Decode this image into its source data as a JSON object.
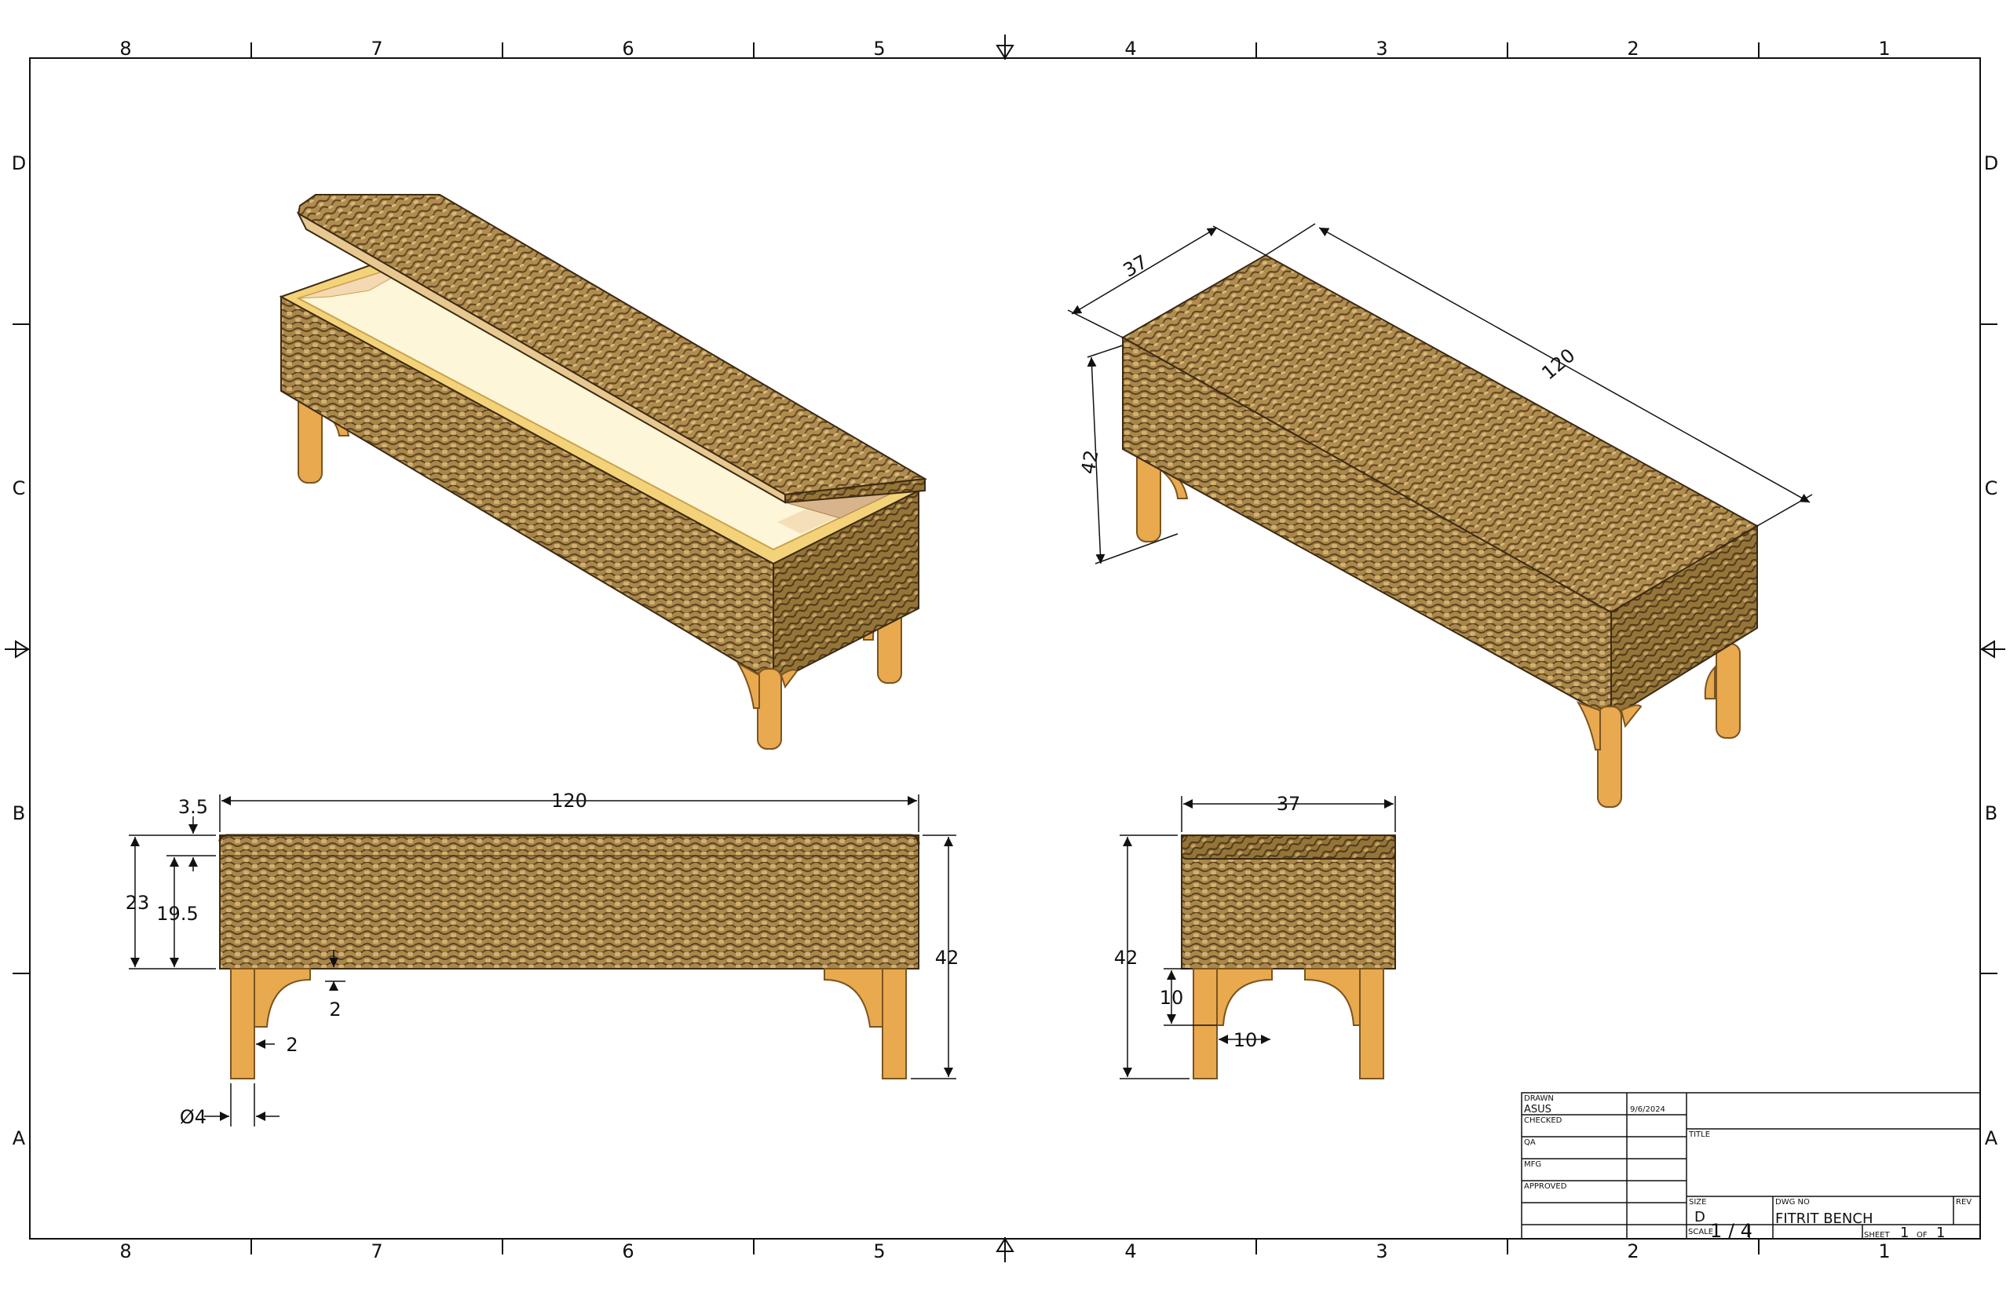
{
  "zones": {
    "columns": [
      "8",
      "7",
      "6",
      "5",
      "4",
      "3",
      "2",
      "1"
    ],
    "rows": [
      "D",
      "C",
      "B",
      "A"
    ]
  },
  "dimensions": {
    "iso_depth": "37",
    "iso_length": "120",
    "iso_height": "42",
    "front_length": "120",
    "front_lid": "3.5",
    "front_box": "23",
    "front_inner": "19.5",
    "front_total": "42",
    "front_gap": "2",
    "front_leg_offset": "2",
    "front_leg_dia": "Ø4",
    "side_width": "37",
    "side_total": "42",
    "side_arch_h": "10",
    "side_arch_w": "10"
  },
  "title_block": {
    "drawn_label": "DRAWN",
    "drawn_by": "ASUS",
    "drawn_date": "9/6/2024",
    "checked_label": "CHECKED",
    "qa_label": "QA",
    "mfg_label": "MFG",
    "approved_label": "APPROVED",
    "title_label": "TITLE",
    "size_label": "SIZE",
    "size_value": "D",
    "dwg_no_label": "DWG NO",
    "dwg_no_value": "FITRIT BENCH",
    "rev_label": "REV",
    "scale_label": "SCALE",
    "scale_value": "1 / 4",
    "sheet_label": "SHEET",
    "sheet_value": "1",
    "of_label": "OF",
    "of_value": "1"
  },
  "colors": {
    "wicker": "#9c7a3c",
    "wicker_dark": "#5a4220",
    "wicker_light": "#c8a564",
    "wood": "#e8a94f",
    "wood_dark": "#b97a2a",
    "interior": "#fdf6d8",
    "interior_edge": "#f3d27a"
  }
}
